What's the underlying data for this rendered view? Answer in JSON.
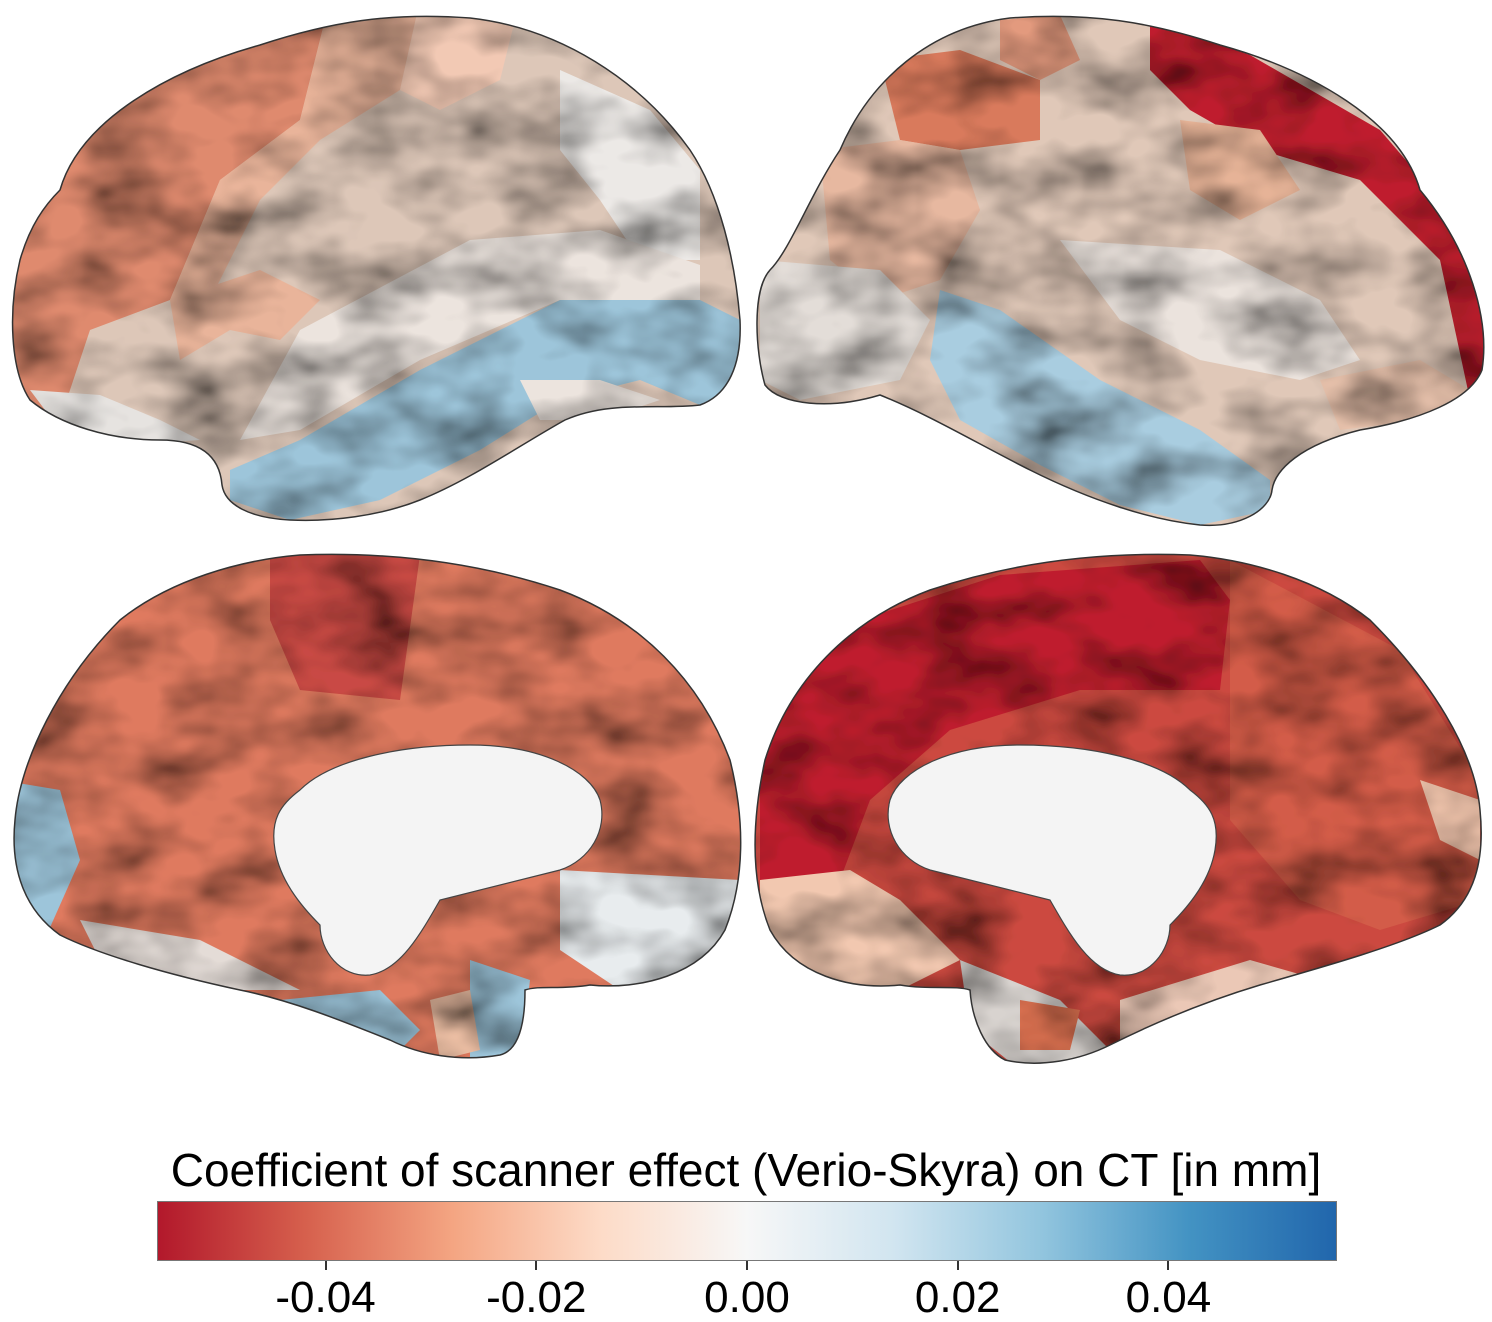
{
  "colorbar": {
    "title": "Coefficient of scanner effect (Verio-Skyra) on CT [in mm]",
    "ticks": [
      "-0.04",
      "-0.02",
      "0.00",
      "0.02",
      "0.04"
    ],
    "tick_values": [
      -0.04,
      -0.02,
      0.0,
      0.02,
      0.04
    ],
    "range": [
      -0.056,
      0.056
    ],
    "colormap": "RdBu",
    "stops": [
      "#b2182b",
      "#d6604d",
      "#f4a582",
      "#fddbc7",
      "#f7f7f7",
      "#d1e5f0",
      "#92c5de",
      "#4393c3",
      "#2166ac"
    ]
  },
  "views": [
    {
      "name": "left-lateral",
      "colors": {
        "frontal": "#df8a6e",
        "precentral": "#e9b49a",
        "parietal": "#ddc7b8",
        "temporal_upper": "#ece4de",
        "temporal_lower": "#9dc5da",
        "occipital": "#9dc5da"
      }
    },
    {
      "name": "right-lateral",
      "colors": {
        "frontal": "#bf1f2e",
        "precentral": "#e7b8a0",
        "parietal": "#e0c8b8",
        "temporal_upper": "#e8dfd8",
        "temporal_lower": "#a9cde0",
        "occipital": "#e3ddd8"
      }
    },
    {
      "name": "left-medial",
      "colors": {
        "medial_frontal": "#df7a5f",
        "paracentral": "#c94a44",
        "cingulate": "#e08a6f",
        "cuneus": "#9dc5da",
        "lingual": "#b5d2e2",
        "medial_temporal": "#e8ecee"
      }
    },
    {
      "name": "right-medial",
      "colors": {
        "superior_frontal": "#bf1f2e",
        "cingulate": "#cc4a40",
        "precuneus": "#d35c48",
        "orbitofrontal": "#f2c8b0",
        "lingual": "#ebc8b6",
        "medial_temporal": "#d8d3cf"
      }
    }
  ]
}
